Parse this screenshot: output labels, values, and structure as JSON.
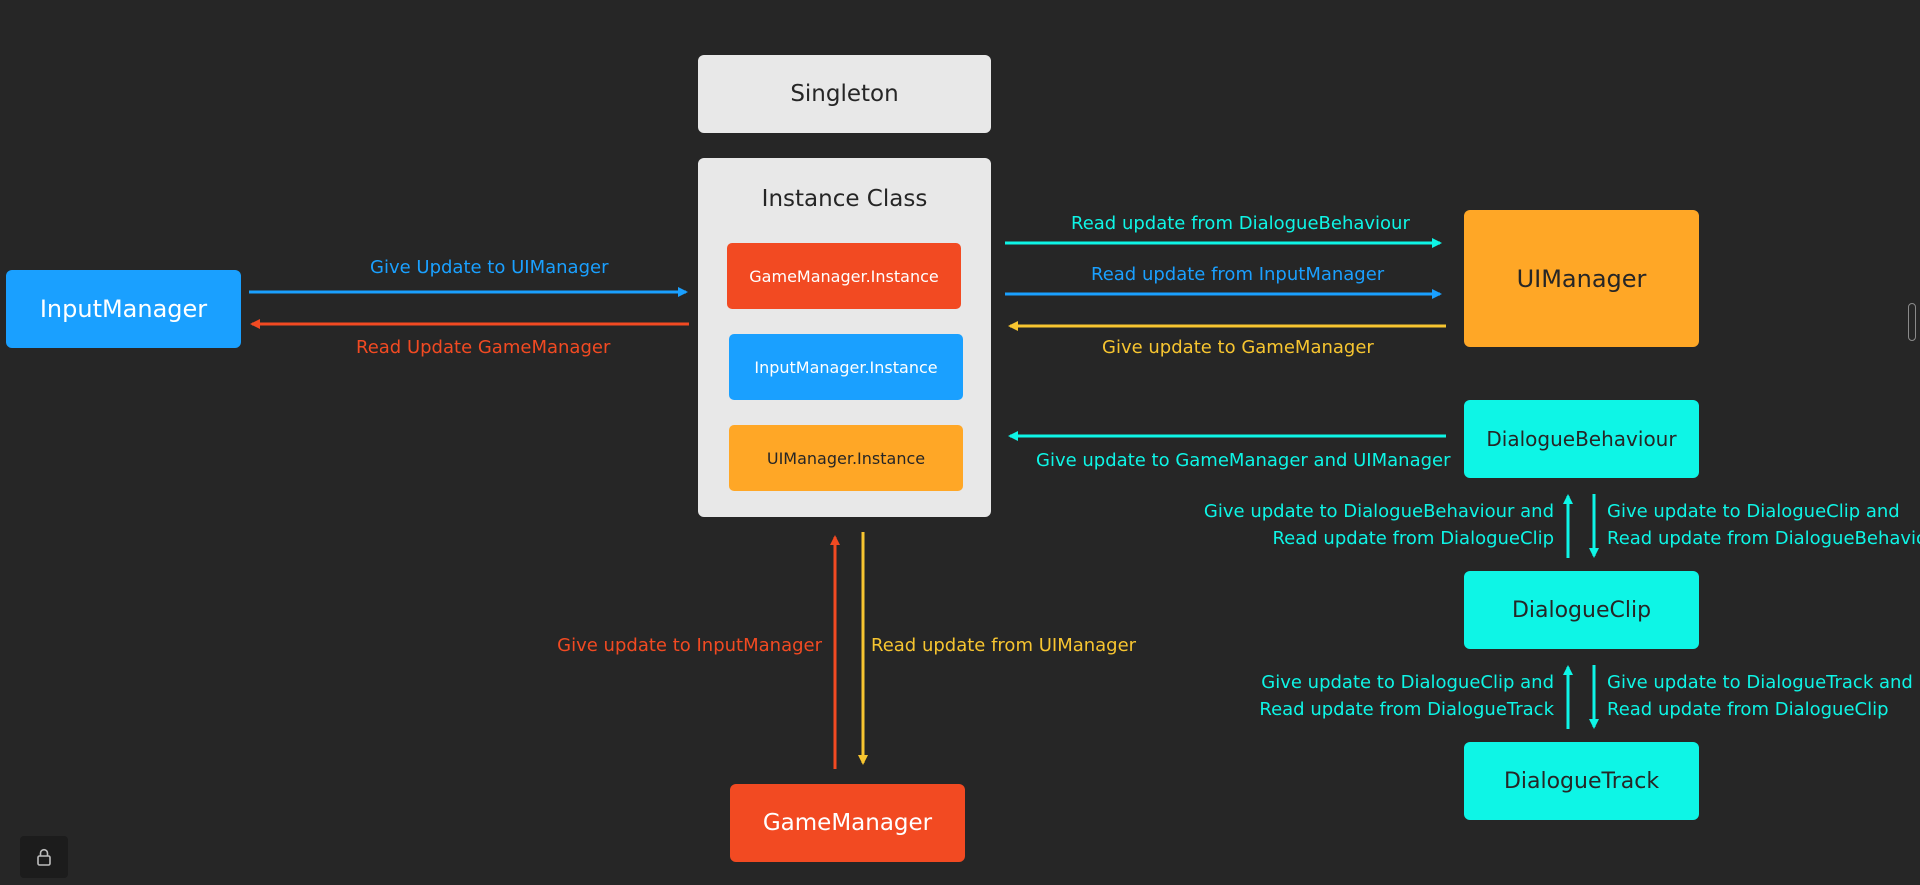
{
  "nodes": {
    "singleton": "Singleton",
    "instance_class": "Instance Class",
    "gamemanager_instance": "GameManager.Instance",
    "inputmanager_instance": "InputManager.Instance",
    "uimanager_instance": "UIManager.Instance",
    "inputmanager": "InputManager",
    "uimanager": "UIManager",
    "dialoguebehaviour": "DialogueBehaviour",
    "dialogueclip": "DialogueClip",
    "dialoguetrack": "DialogueTrack",
    "gamemanager": "GameManager"
  },
  "labels": {
    "give_update_to_uimanager": "Give Update to UIManager",
    "read_update_gamemanager": "Read Update GameManager",
    "read_from_dialoguebehaviour": "Read update from DialogueBehaviour",
    "read_from_inputmanager": "Read update from InputManager",
    "give_to_gamemanager": "Give update to GameManager",
    "give_to_gamemanager_and_uimanager": "Give update to GameManager and UIManager",
    "give_to_db_line1": "Give update to DialogueBehaviour and",
    "give_to_db_line2": "Read update from DialogueClip",
    "give_to_clip_line1": "Give update to DialogueClip and",
    "give_to_clip_line2": "Read update from DialogueBehaviour",
    "give_to_clip2_line1": "Give update to DialogueClip and",
    "give_to_clip2_line2": "Read update from DialogueTrack",
    "give_to_track_line1": "Give update to DialogueTrack and",
    "give_to_track_line2": "Read update from DialogueClip",
    "give_to_inputmanager": "Give update to InputManager",
    "read_from_uimanager": "Read update from UIManager"
  },
  "colors": {
    "background": "#262626",
    "light_box": "#e8e8e8",
    "red": "#f24a22",
    "blue": "#1aa0ff",
    "orange": "#ffa726",
    "cyan": "#0ef5e6",
    "yellow": "#f7c530"
  },
  "icons": {
    "lock": "lock-icon"
  }
}
